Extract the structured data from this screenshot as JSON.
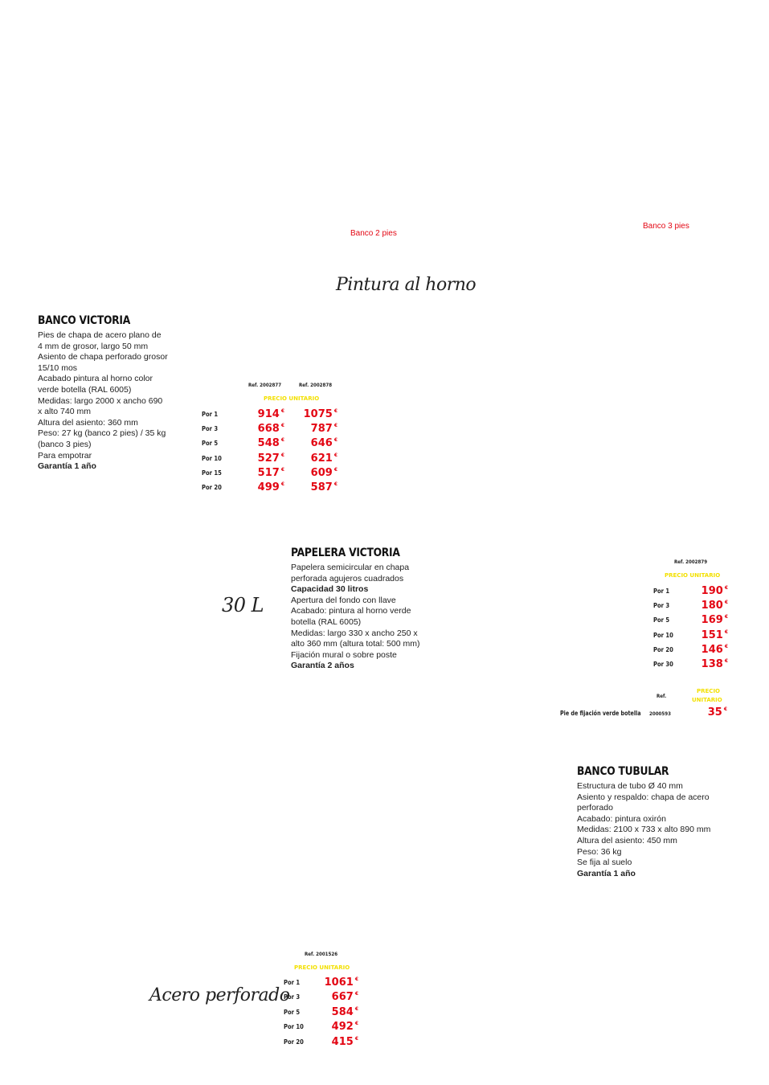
{
  "captions": {
    "banco2": "Banco 2 pies",
    "banco3": "Banco 3 pies"
  },
  "handwritten": {
    "pintura": "Pintura al horno",
    "litros": "30 L",
    "acero": "Acero perforado"
  },
  "banco_victoria": {
    "title": "BANCO VICTORIA",
    "lines": [
      "Pies de chapa de acero plano de",
      "4 mm de grosor, largo 50 mm",
      "Asiento de chapa perforado grosor",
      "15/10 mos",
      "Acabado pintura al horno color",
      "verde botella (RAL 6005)",
      "Medidas: largo 2000 x ancho 690",
      "x alto 740 mm",
      "Altura del asiento: 360 mm",
      "Peso: 27 kg (banco 2 pies) / 35 kg",
      "(banco 3 pies)",
      "Para empotrar"
    ],
    "guarantee": "Garantía 1 año",
    "table": {
      "ref1": "Ref. 2002877",
      "ref2": "Ref. 2002878",
      "header": "PRECIO UNITARIO",
      "currency": "€",
      "rows": [
        {
          "label": "Por 1",
          "p1": "914",
          "p2": "1075"
        },
        {
          "label": "Por 3",
          "p1": "668",
          "p2": "787"
        },
        {
          "label": "Por 5",
          "p1": "548",
          "p2": "646"
        },
        {
          "label": "Por 10",
          "p1": "527",
          "p2": "621"
        },
        {
          "label": "Por 15",
          "p1": "517",
          "p2": "609"
        },
        {
          "label": "Por 20",
          "p1": "499",
          "p2": "587"
        }
      ]
    }
  },
  "papelera_victoria": {
    "title": "PAPELERA VICTORIA",
    "lines": [
      {
        "text": "Papelera semicircular en chapa",
        "bold": false
      },
      {
        "text": "perforada agujeros cuadrados",
        "bold": false
      },
      {
        "text": "Capacidad 30 litros",
        "bold": true
      },
      {
        "text": "Apertura del fondo con llave",
        "bold": false
      },
      {
        "text": "Acabado: pintura al horno verde",
        "bold": false
      },
      {
        "text": "botella (RAL 6005)",
        "bold": false
      },
      {
        "text": "Medidas: largo 330 x ancho 250 x",
        "bold": false
      },
      {
        "text": "alto 360 mm (altura total: 500 mm)",
        "bold": false
      },
      {
        "text": "Fijación mural o sobre poste",
        "bold": false
      },
      {
        "text": "Garantía 2 años",
        "bold": true
      }
    ],
    "table": {
      "ref": "Ref. 2002879",
      "header": "PRECIO UNITARIO",
      "currency": "€",
      "rows": [
        {
          "label": "Por 1",
          "price": "190"
        },
        {
          "label": "Por 3",
          "price": "180"
        },
        {
          "label": "Por 5",
          "price": "169"
        },
        {
          "label": "Por 10",
          "price": "151"
        },
        {
          "label": "Por 20",
          "price": "146"
        },
        {
          "label": "Por 30",
          "price": "138"
        }
      ]
    },
    "accessory": {
      "ref_header": "Ref.",
      "price_header_1": "PRECIO",
      "price_header_2": "UNITARIO",
      "label": "Pie de fijación verde botella",
      "ref": "2000593",
      "price": "35",
      "currency": "€"
    }
  },
  "banco_tubular": {
    "title": "BANCO TUBULAR",
    "lines": [
      "Estructura de tubo Ø 40 mm",
      "Asiento y respaldo: chapa de acero",
      "perforado",
      "Acabado: pintura oxirón",
      "Medidas: 2100 x 733 x alto 890 mm",
      "Altura del asiento: 450 mm",
      "Peso: 36 kg",
      "Se fija al suelo"
    ],
    "guarantee": "Garantía 1 año",
    "table": {
      "ref": "Ref. 2001526",
      "header": "PRECIO UNITARIO",
      "currency": "€",
      "rows": [
        {
          "label": "Por 1",
          "price": "1061"
        },
        {
          "label": "Por 3",
          "price": "667"
        },
        {
          "label": "Por 5",
          "price": "584"
        },
        {
          "label": "Por 10",
          "price": "492"
        },
        {
          "label": "Por 20",
          "price": "415"
        }
      ]
    }
  }
}
